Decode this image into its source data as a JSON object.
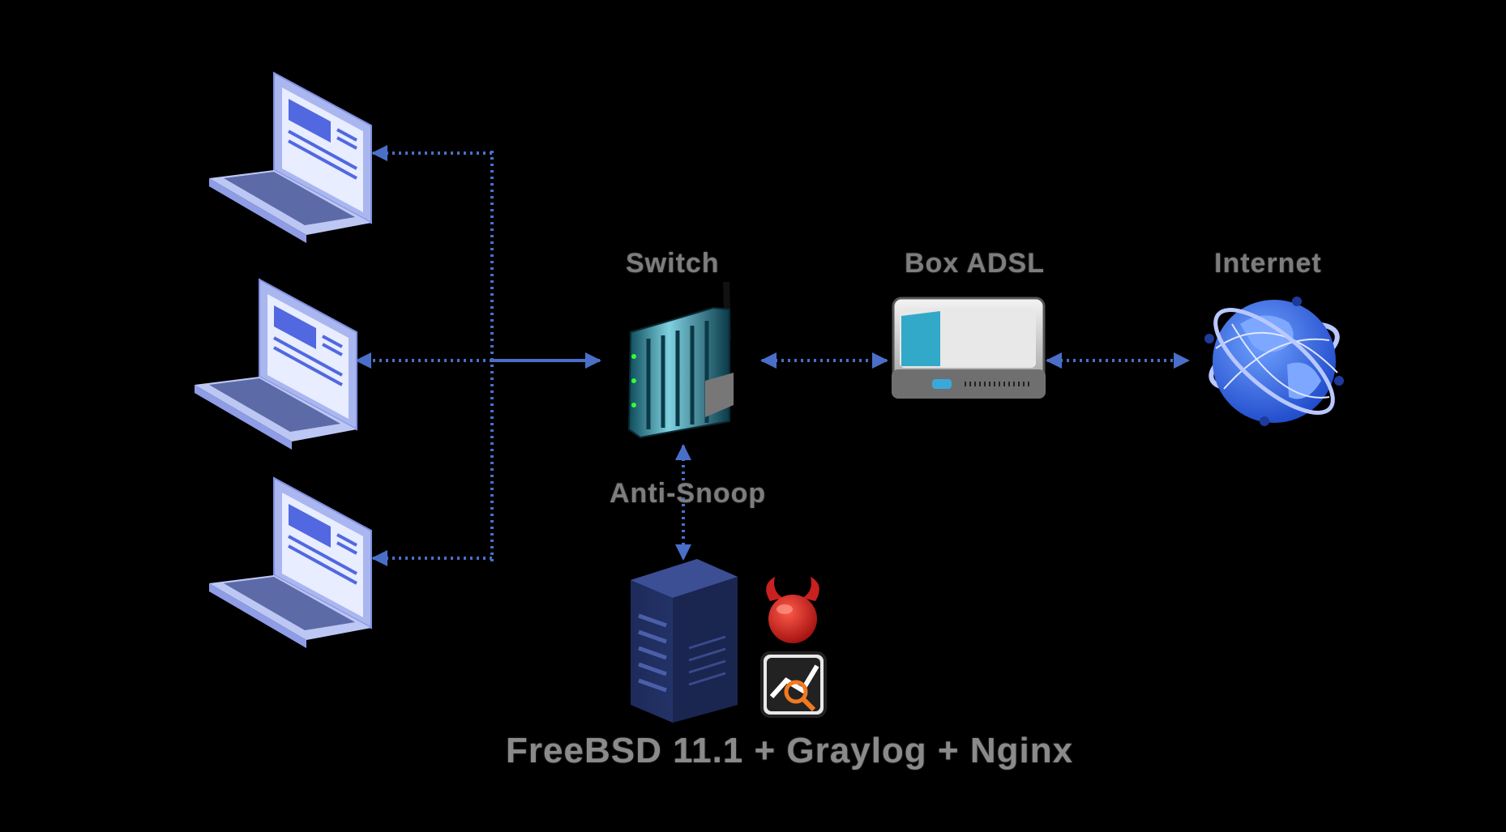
{
  "labels": {
    "switch": "Switch",
    "modem": "Box ADSL",
    "modem_sub": "",
    "internet": "Internet",
    "port": "Anti-Snoop",
    "server": "FreeBSD 11.1 + Graylog + Nginx"
  },
  "icons": {
    "laptops": [
      "laptop-icon",
      "laptop-icon",
      "laptop-icon"
    ],
    "switch": "network-switch-icon",
    "modem": "modem-icon",
    "internet": "globe-icon",
    "server": "server-tower-icon",
    "freebsd": "freebsd-daemon-icon",
    "graylog": "graylog-icon"
  },
  "colors": {
    "background": "#000000",
    "connector": "#4a6fc9",
    "laptop_body": "#a9b6ef",
    "label": "#7d7d7d"
  }
}
